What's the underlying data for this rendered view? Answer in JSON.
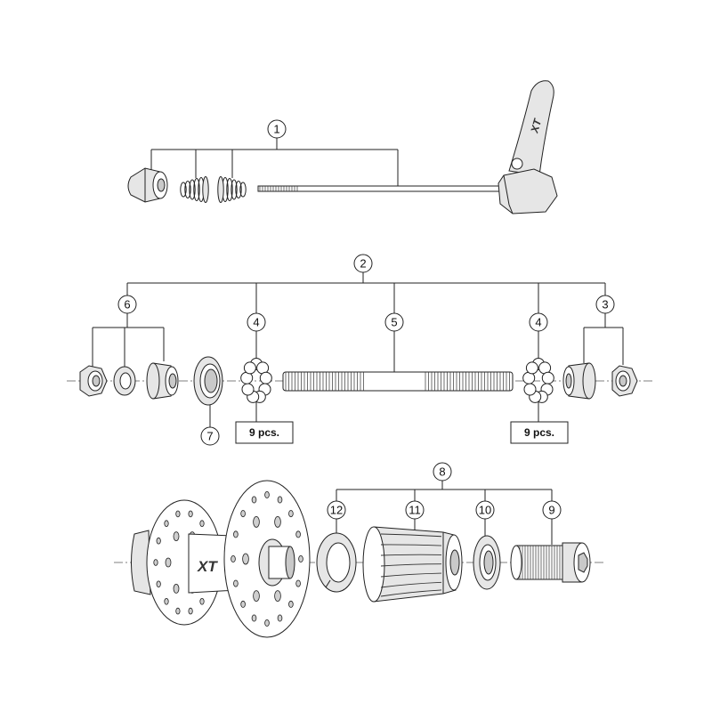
{
  "callouts": {
    "c1": "1",
    "c2": "2",
    "c3": "3",
    "c4a": "4",
    "c4b": "4",
    "c5": "5",
    "c6": "6",
    "c7": "7",
    "c8": "8",
    "c9": "9",
    "c10": "10",
    "c11": "11",
    "c12": "12"
  },
  "quantity_labels": {
    "left": "9 pcs.",
    "right": "9 pcs."
  },
  "logos": {
    "hub": "XT",
    "lever": "XT"
  },
  "colors": {
    "line": "#222222",
    "part_fill": "#e6e6e6",
    "background": "#ffffff"
  }
}
